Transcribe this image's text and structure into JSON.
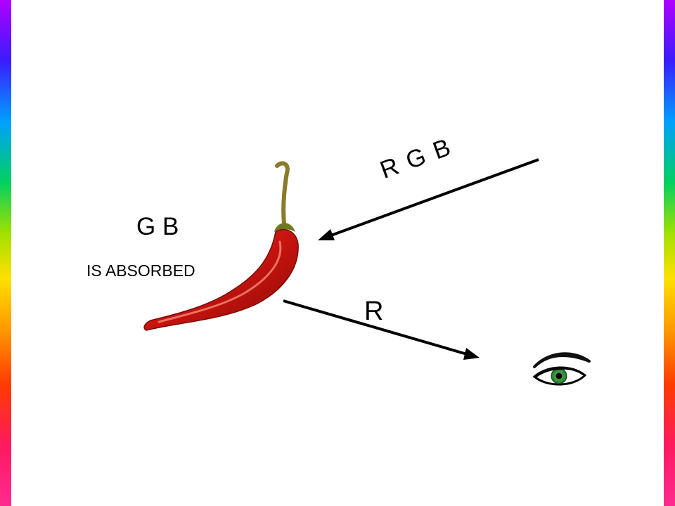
{
  "labels": {
    "incoming_light": "R G B",
    "absorbed_colors": "G B",
    "absorbed_caption": "IS ABSORBED",
    "reflected_light": "R"
  },
  "icons": {
    "object": "chili-pepper-icon",
    "observer": "eye-icon"
  },
  "colors": {
    "pepper": "#d01812",
    "iris": "#2e8b3a",
    "arrow": "#000000"
  }
}
